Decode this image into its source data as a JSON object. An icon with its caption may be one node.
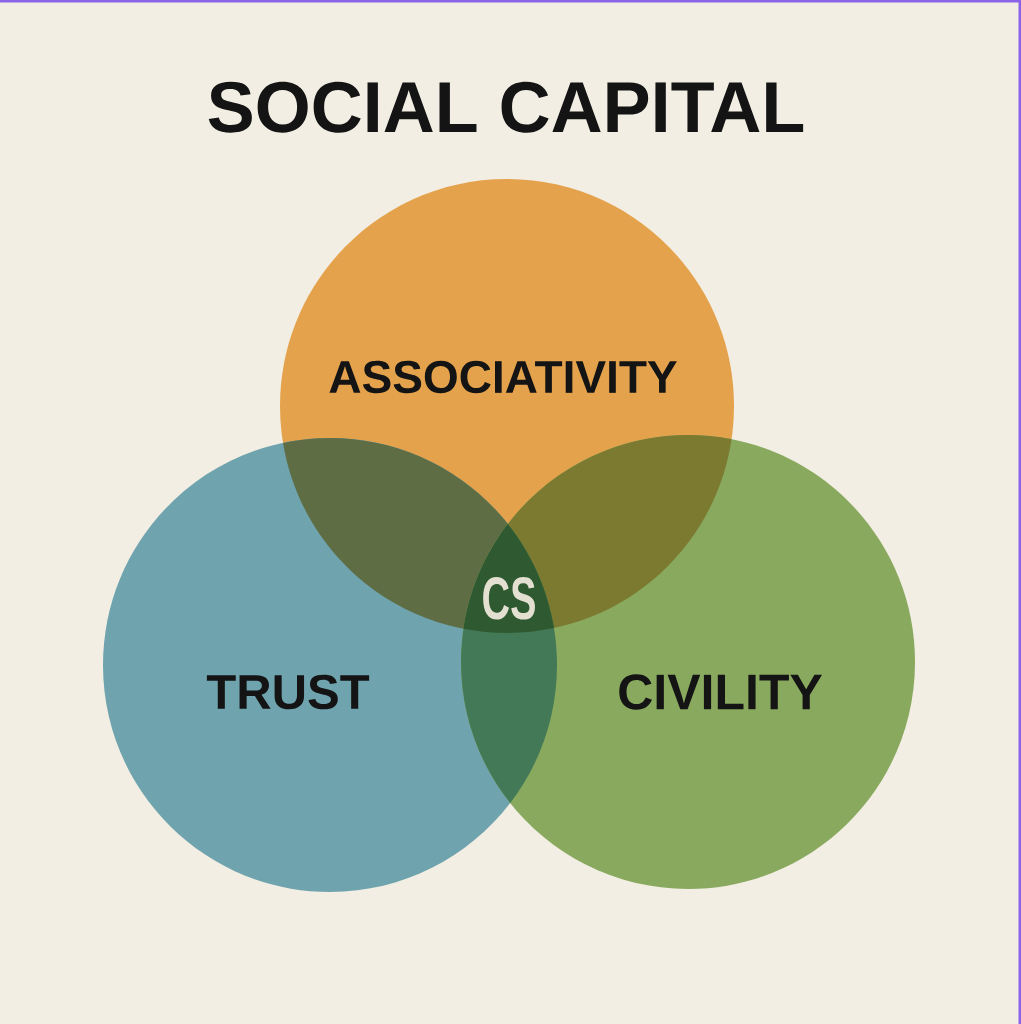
{
  "diagram": {
    "title": "SOCIAL CAPITAL",
    "nodes": [
      {
        "text": [
          "ASSOCIATIVITY"
        ]
      },
      {
        "text": [
          "TRUST"
        ]
      },
      {
        "text": [
          "CIVILITY"
        ]
      }
    ],
    "labels": [
      "CS"
    ]
  }
}
